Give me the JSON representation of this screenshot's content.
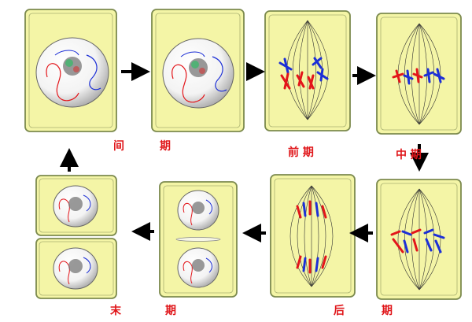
{
  "labels": {
    "interphase_1": "间",
    "interphase_2": "期",
    "prophase": "前 期",
    "metaphase": "中  期",
    "anaphase_1": "后",
    "anaphase_2": "期",
    "telophase_1": "末",
    "telophase_2": "期"
  },
  "colors": {
    "cell_fill": "#f4f5a6",
    "cell_border": "#7c8a4e",
    "label": "#e0161a",
    "chrom_red": "#e3151a",
    "chrom_blue": "#1c2fd6",
    "arrow": "#000000"
  }
}
